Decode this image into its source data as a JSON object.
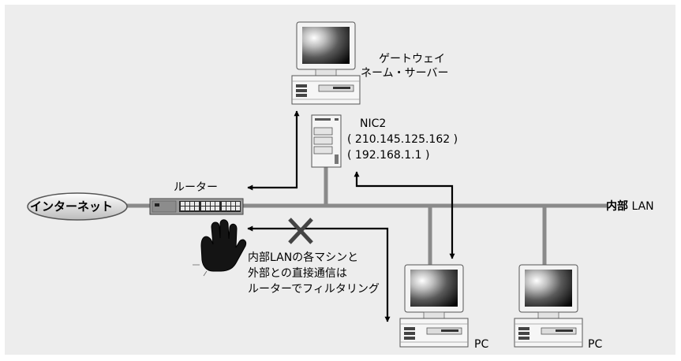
{
  "labels": {
    "gateway_line1": "ゲートウェイ",
    "gateway_line2": "ネーム・サーバー",
    "nic_name": "NIC2",
    "nic_ip_external": "( 210.145.125.162 )",
    "nic_ip_internal": "( 192.168.1.1 )",
    "router": "ルーター",
    "internet": "インターネット",
    "lan_bold": "内部",
    "lan_suffix": " LAN",
    "filter_line1": "内部LANの各マシンと",
    "filter_line2": "外部との直接通信は",
    "filter_line3": "ルーターでフィルタリング",
    "pc1": "PC",
    "pc2": "PC"
  },
  "colors": {
    "background_panel": "#ededed",
    "network_line": "#8a8a8a",
    "arrow": "#000000",
    "block_mark": "#444444"
  },
  "icons": {
    "gateway_computer": "desktop-computer-icon",
    "nic_tower": "tower-server-icon",
    "router_device": "router-icon",
    "internet_cloud": "internet-ellipse",
    "stop_hand": "stop-hand-icon",
    "block_cross": "x-mark-icon",
    "pc_computer": "desktop-computer-icon"
  }
}
